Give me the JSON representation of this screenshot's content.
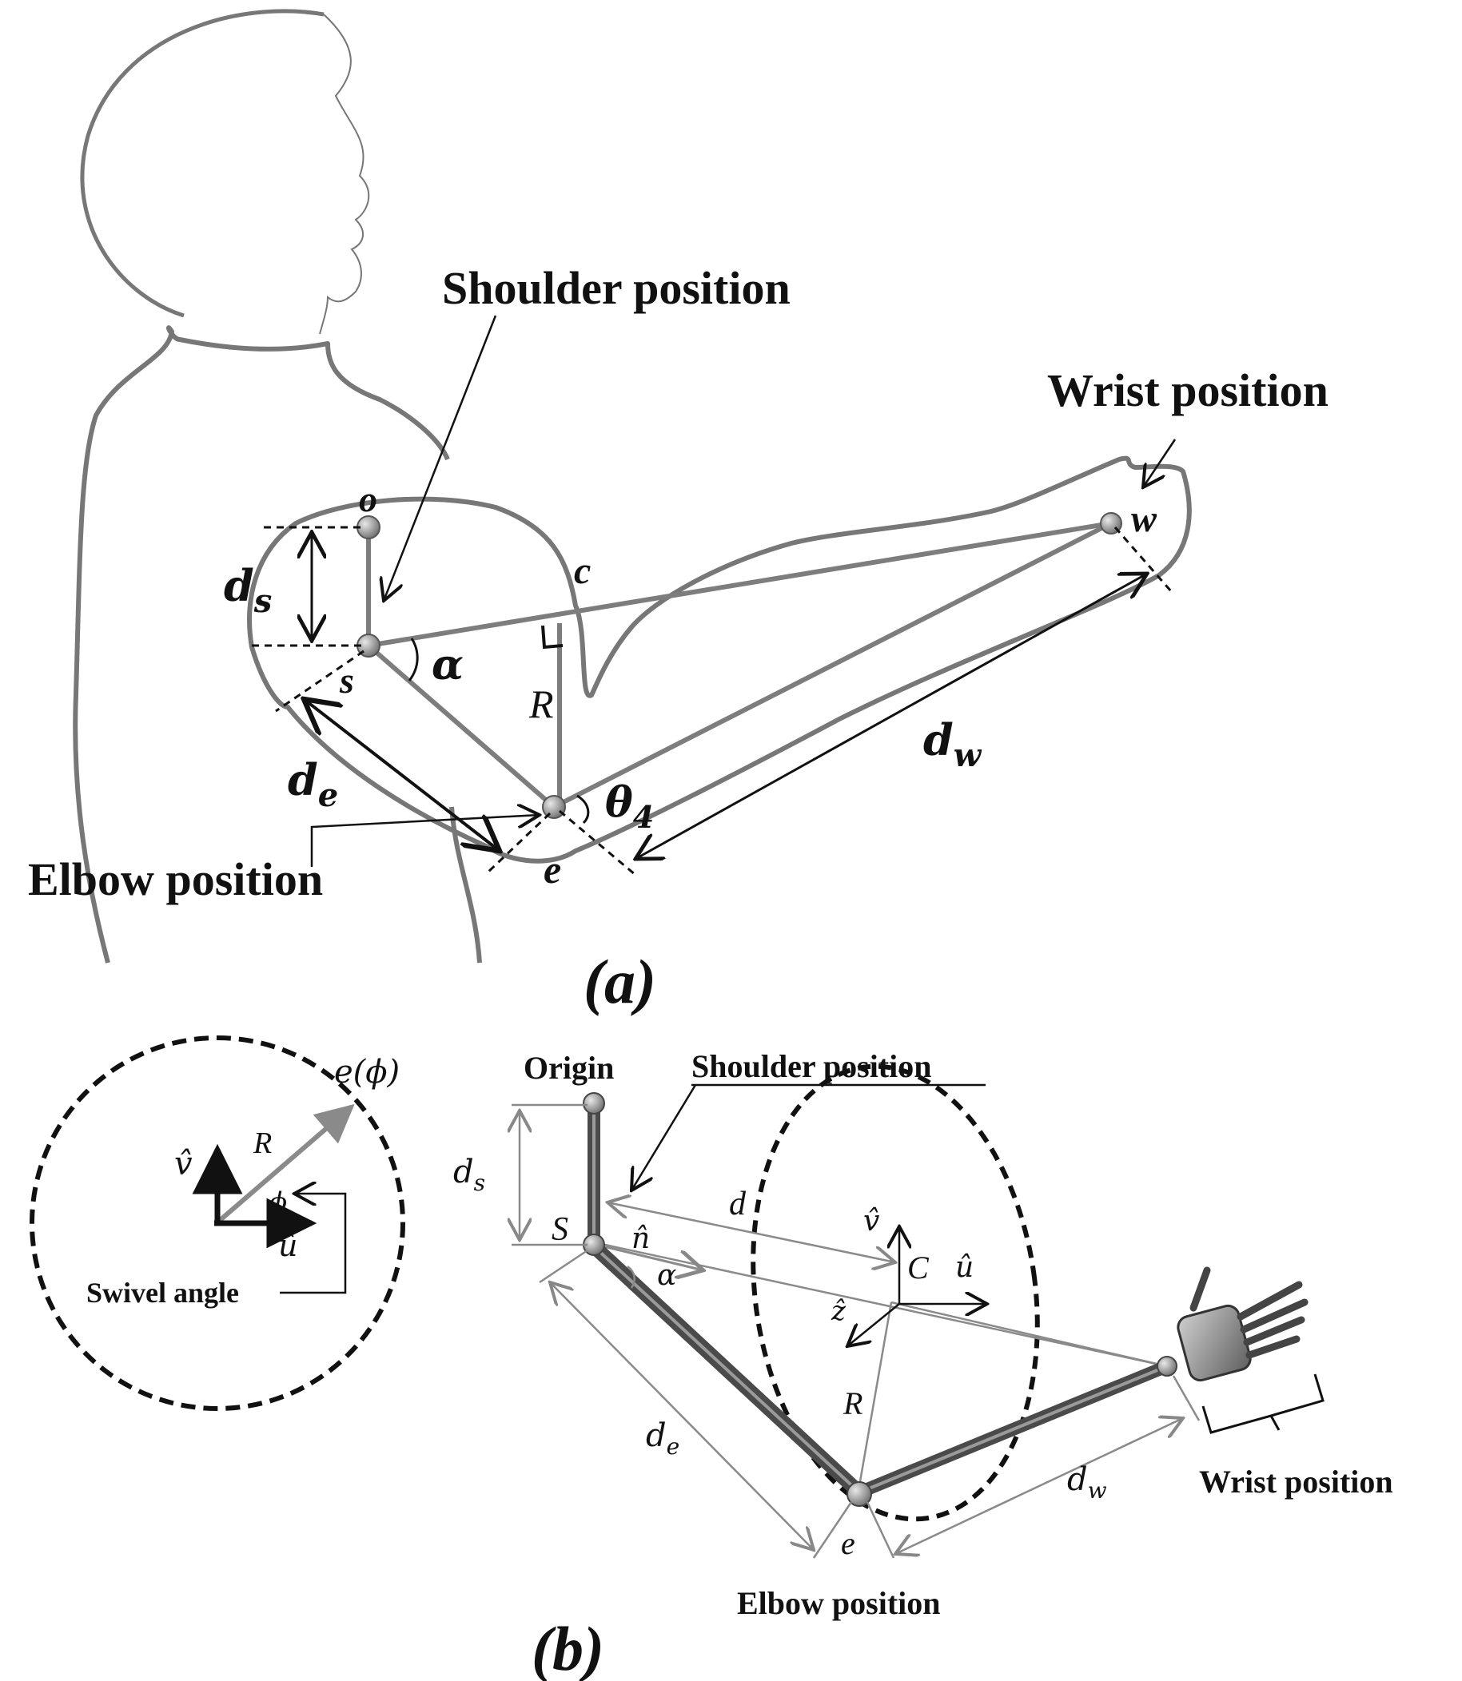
{
  "panel_a": {
    "caption": "(a)",
    "shoulder_position": "Shoulder position",
    "wrist_position": "Wrist position",
    "elbow_position": "Elbow position",
    "point_o": "o",
    "point_c": "c",
    "point_s": "s",
    "point_w": "w",
    "point_e": "e",
    "alpha": "α",
    "radius": "R",
    "theta_main": "θ",
    "theta_sub": "4",
    "d_main": "d",
    "ds_sub": "s",
    "de_sub": "e",
    "dw_sub": "w"
  },
  "panel_b": {
    "caption": "(b)",
    "origin": "Origin",
    "shoulder_position": "Shoulder position",
    "wrist_position": "Wrist position",
    "elbow_position": "Elbow position",
    "swivel_angle": "Swivel angle",
    "e_phi": "e(ϕ)",
    "radius": "R",
    "phi": "ϕ",
    "v_hat": "v̂",
    "u_hat": "û",
    "n_hat": "n̂",
    "z_hat": "ẑ",
    "point_s": "S",
    "point_c": "C",
    "point_e": "e",
    "alpha": "α",
    "d": "d",
    "d_main": "d",
    "ds_sub": "s",
    "de_sub": "e",
    "dw_sub": "w"
  }
}
